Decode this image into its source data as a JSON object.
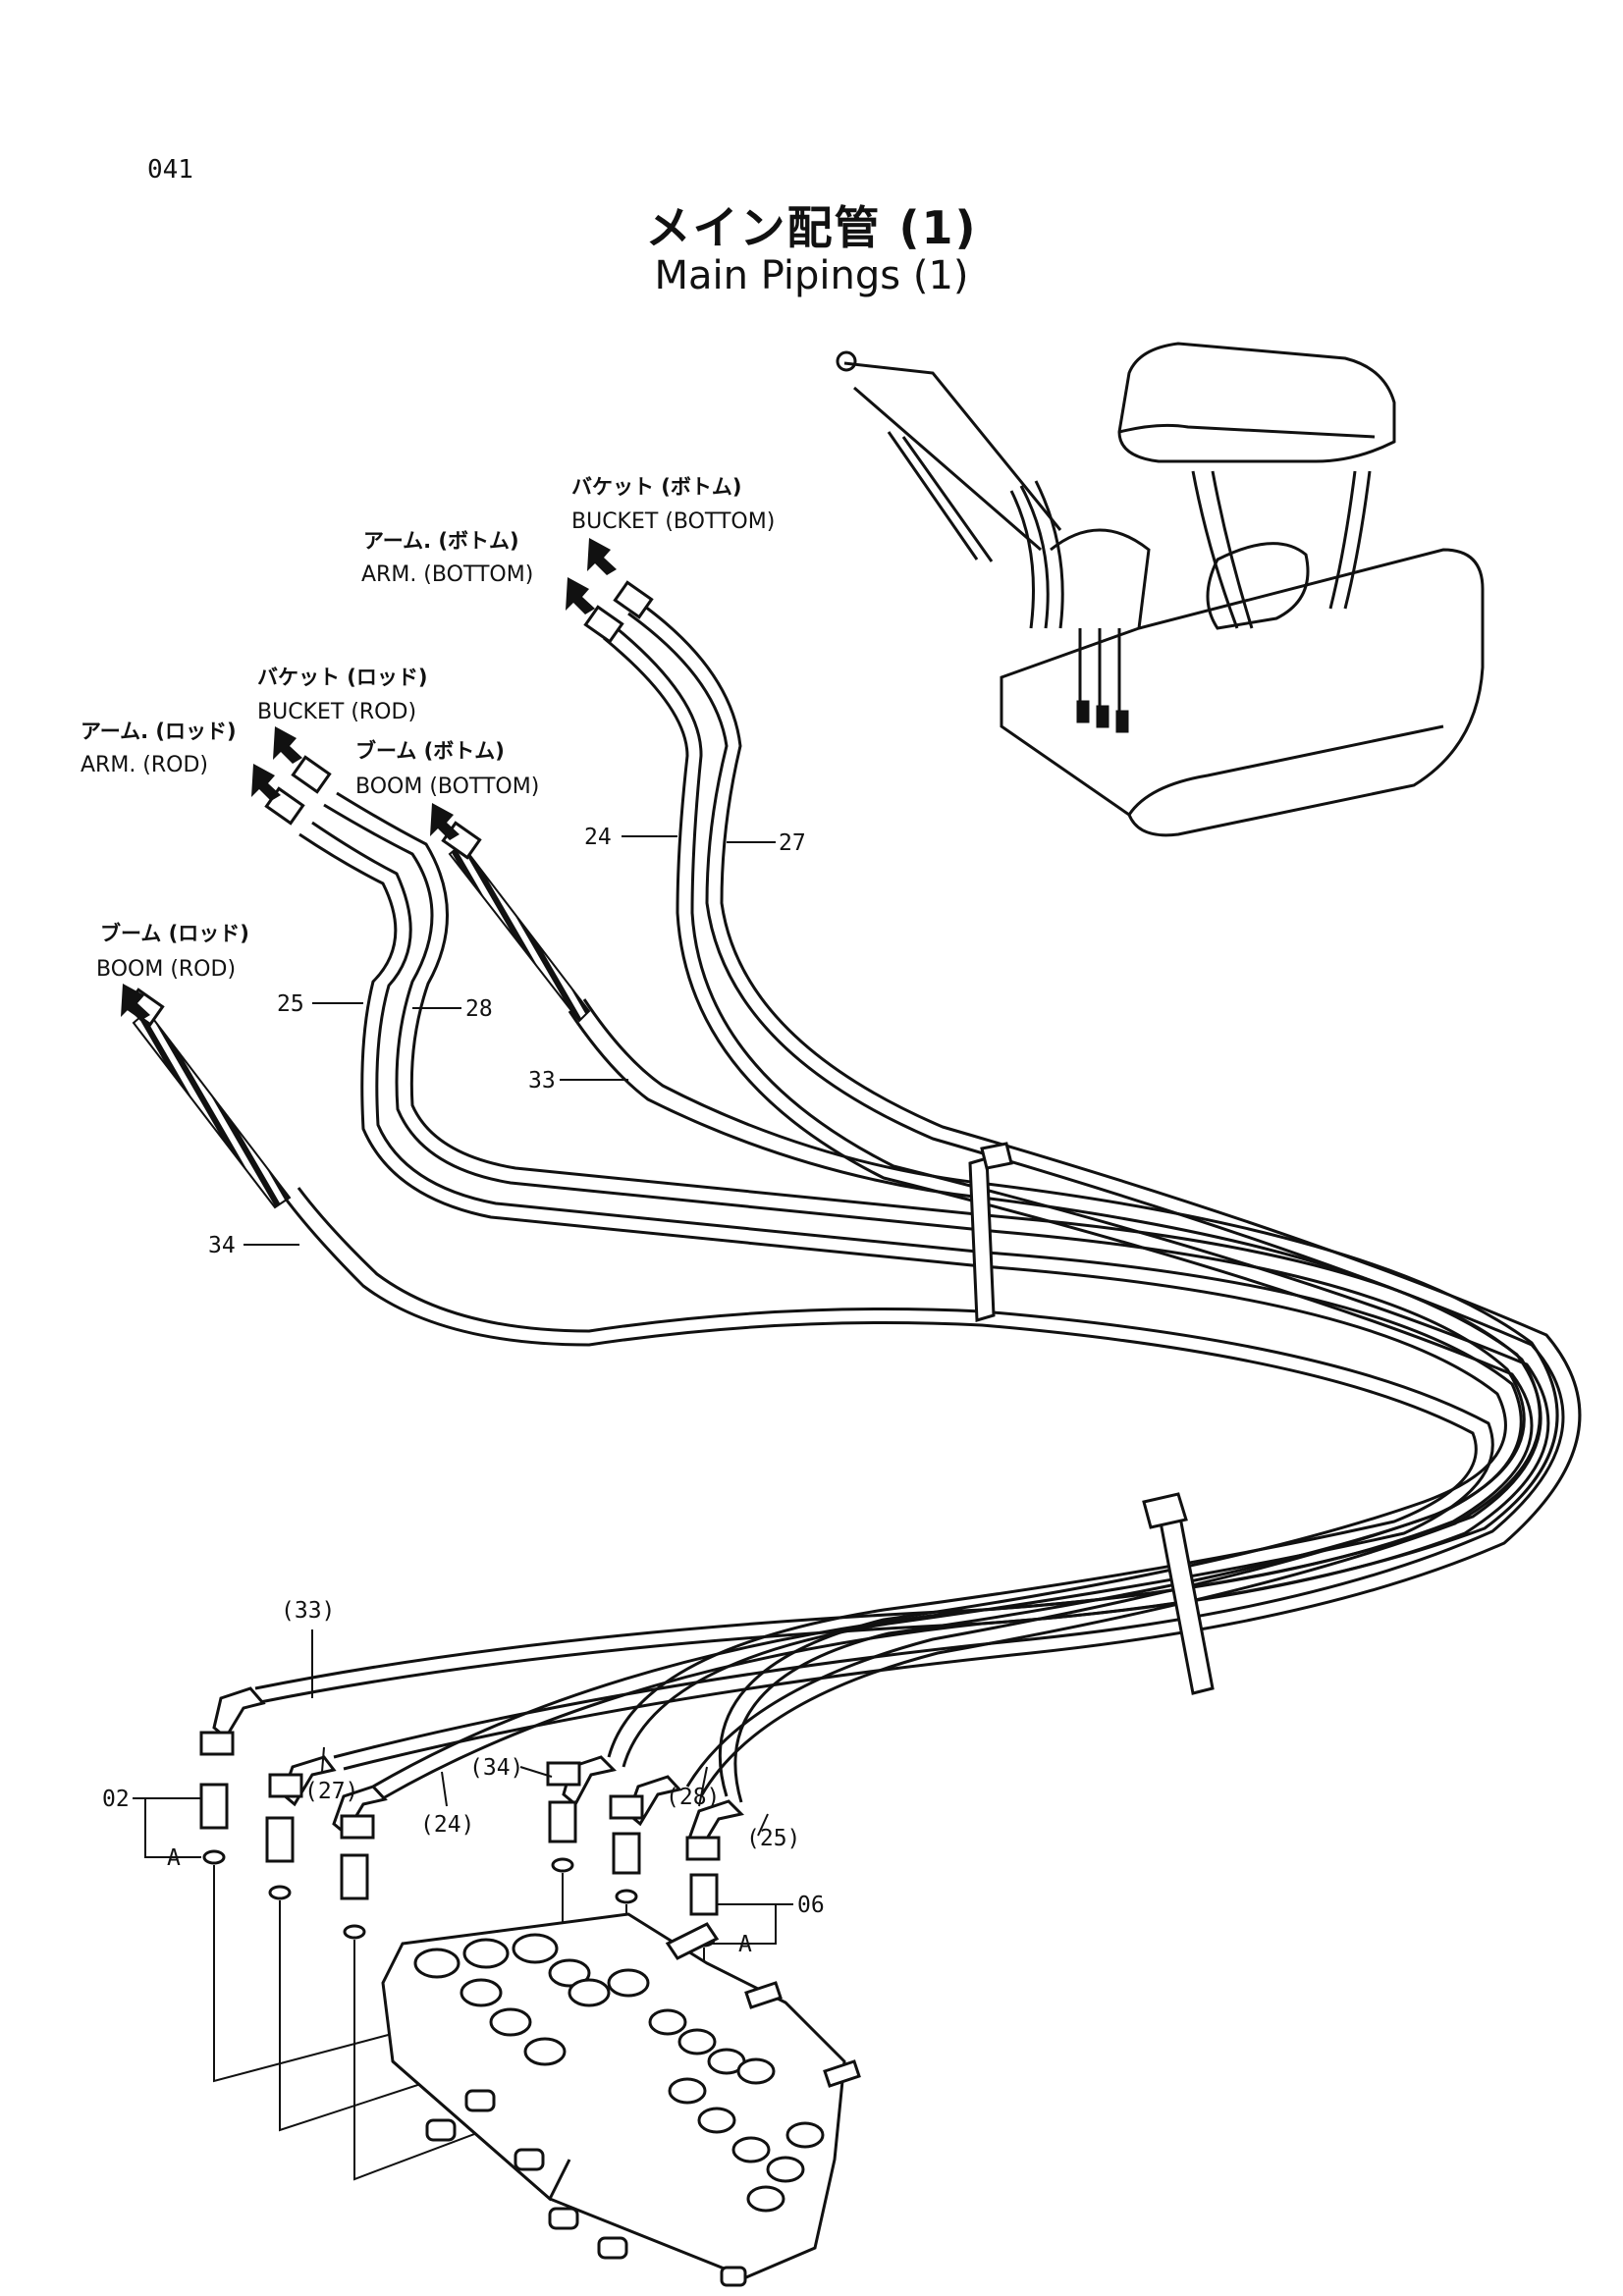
{
  "page_number": "041",
  "title": {
    "ja": "メイン配管 (1)",
    "en": "Main Pipings (1)"
  },
  "port_labels": {
    "bucket_bottom": {
      "ja": "バケット (ボトム)",
      "en": "BUCKET (BOTTOM)"
    },
    "arm_bottom": {
      "ja": "アーム. (ボトム)",
      "en": "ARM. (BOTTOM)"
    },
    "bucket_rod": {
      "ja": "バケット (ロッド)",
      "en": "BUCKET (ROD)"
    },
    "arm_rod": {
      "ja": "アーム. (ロッド)",
      "en": "ARM. (ROD)"
    },
    "boom_bottom": {
      "ja": "ブーム (ボトム)",
      "en": "BOOM (BOTTOM)"
    },
    "boom_rod": {
      "ja": "ブーム (ロッド)",
      "en": "BOOM (ROD)"
    }
  },
  "callouts": {
    "c24": "24",
    "c27": "27",
    "c25": "25",
    "c28": "28",
    "c33": "33",
    "c34": "34",
    "p33": "(33)",
    "p27": "(27)",
    "p24": "(24)",
    "p34": "(34)",
    "p28": "(28)",
    "p25": "(25)",
    "c02": "02",
    "c06": "06",
    "a_left": "A",
    "a_right": "A"
  }
}
